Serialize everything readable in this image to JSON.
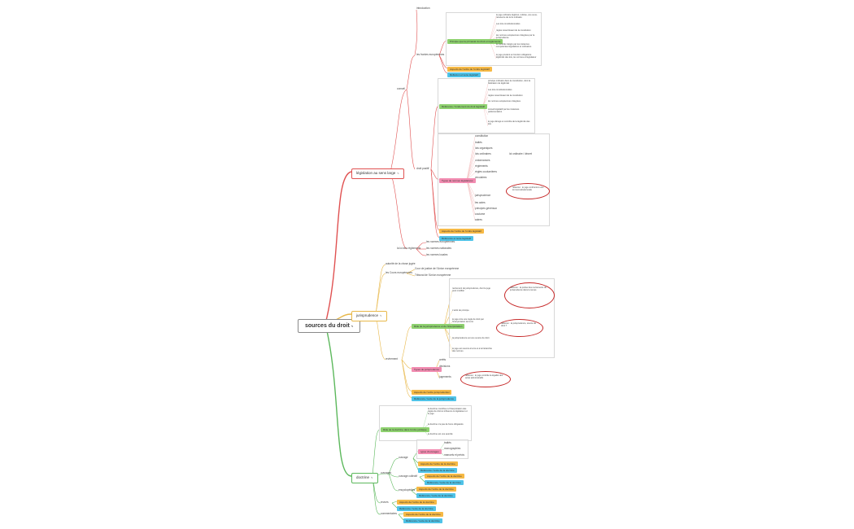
{
  "root": "sources du droit",
  "branches": {
    "legislation": "législation au sens large",
    "jurisprudence": "jurisprudence",
    "doctrine": "doctrine"
  },
  "legislation": {
    "nodes": [
      "introduction",
      "les frontes européennes",
      "conseil",
      "droit positif",
      "la loi des réglements"
    ],
    "green1": "Principe que la primauté du droit et réglemente",
    "green1_items": [
      "le juge ordinaire légitimé, reférée, une sous-ressource de la loi ordinaire",
      "Les lois constitutionnelles",
      "règles ressortissant de la constitution",
      "les normes européennes intégrées par la jurisprudence",
      "le contrôle intégré par les instances compétentes législatives et ordinaires",
      "le juge prudent en fonction obligatoire légitimité des lois, les normes et législateur"
    ],
    "orange1": "Aspects de l'ordre de l'ordre législatif",
    "blue1": "Réfléxion et texte législatif",
    "green2": "Référence / fondement du droit législatif",
    "green2_items": [
      "principe ordinaire dans la constitution, dont la fédération de légitimité",
      "Les lois constitutionnelles",
      "règles ressortissant de la constitution",
      "les normes européennes intégrées",
      "conseil législatif par les instances parlementaires",
      "le juge dérogé et contrôle de la légitimité des lois"
    ],
    "pink1": "Types de normes législatives",
    "pink1_items": [
      "constitution",
      "traités",
      "lois organiques",
      "lois ordinaires",
      "ordonnances",
      "règlements",
      "règles coutumières",
      "circulaires",
      "jurisprudence",
      "les actes",
      "principes généraux",
      "coutume",
      "autres"
    ],
    "orange2": "Aspects de l'ordre de l'ordre législatif",
    "blue2": "Référence et texte législatif",
    "annotation1": "réflexion : le juge confronté à une loi inconstitutionnelle",
    "sub_right": "loi ordinaire / décret",
    "lower": [
      "les normes européennes",
      "les normes nationales",
      "les normes locales"
    ]
  },
  "jurisprudence": {
    "nodes": [
      "autorité de la chose jugée",
      "les Cours européennes",
      "revirement"
    ],
    "items": [
      "Cour de justice de l'Union européenne",
      "Tribunal de l'Union européenne"
    ],
    "green": "Rôle de la jurisprudence et de l'interprétation",
    "green_items": [
      "revirement de jurisprudence, dont le juge peut modifier",
      "L'arrêt de principe",
      "le juge crée une règle de droit par l'interprétation de la loi",
      "la jurisprudence est une source de droit",
      "le juge est soumis à la loi et à la hiérarchie des normes"
    ],
    "pink": "Types de jurisprudence",
    "pink_items": [
      "arrêts",
      "décisions",
      "jugements"
    ],
    "orange": "Aspects de l'ordre jurisprudentiel",
    "blue": "Référence / texte de la jurisprudence",
    "annotations": [
      "réflexion : la portée des revirements de jurisprudence dans le temps",
      "réflexion : la jurisprudence, source de droit ?",
      "réflexion : le juge contrôle la légalité des actes administratifs"
    ]
  },
  "doctrine": {
    "green": "Rôle de la doctrine dans l'ordre juridique",
    "green_items": [
      "la doctrine contribue à l'interprétation des règles de droit et influence le législateur et le juge",
      "la doctrine n'a pas de force obligatoire",
      "la doctrine est une autorité"
    ],
    "nodes": [
      "ouvrages",
      "ouvrage",
      "ouvrage collectif",
      "encyclopédies",
      "revues",
      "commentaires"
    ],
    "pink": "types d'ouvrages",
    "pink_items": [
      "traités",
      "monographies",
      "manuels et précis"
    ],
    "chips": [
      "Aspects de l'ordre de la doctrine",
      "Référence / texte de la doctrine",
      "Aspects de l'ordre de la doctrine",
      "Référence / texte de la doctrine",
      "Aspects de l'ordre de la doctrine",
      "Référence / texte de la doctrine",
      "Aspects de l'ordre de la doctrine",
      "Référence / texte de la doctrine",
      "Aspects de l'ordre de la doctrine",
      "Référence / texte de la doctrine"
    ]
  },
  "colors": {
    "red_branch": "#e05151",
    "yellow_branch": "#e8b84a",
    "green_branch": "#5cb85c",
    "ellipse": "#c62828"
  }
}
